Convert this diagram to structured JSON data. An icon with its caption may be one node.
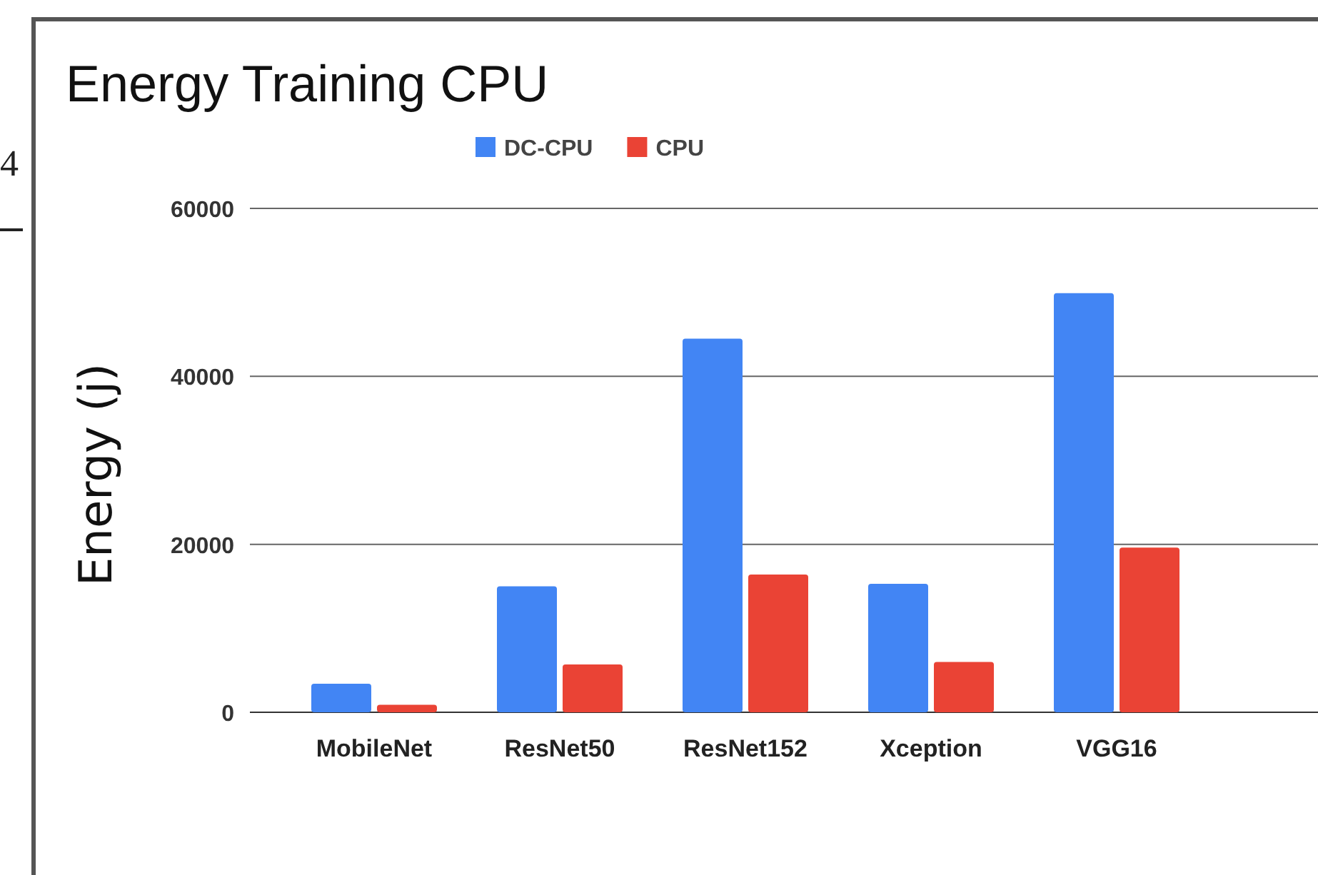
{
  "diagram": {
    "title": "Energy Training CPU",
    "labels": [
      "4"
    ],
    "chart_data": {
      "type": "bar",
      "ylabel": "Energy (j)",
      "categories": [
        "MobileNet",
        "ResNet50",
        "ResNet152",
        "Xception",
        "VGG16"
      ],
      "series": [
        {
          "name": "DC-CPU",
          "color": "#4285f4",
          "values": [
            3400,
            15000,
            44500,
            15300,
            49900
          ]
        },
        {
          "name": "CPU",
          "color": "#ea4335",
          "values": [
            900,
            5700,
            16400,
            6000,
            19600
          ]
        }
      ],
      "legend": "top",
      "ylim": [
        0,
        60000
      ],
      "yticks": [
        0,
        20000,
        40000,
        60000
      ]
    }
  }
}
